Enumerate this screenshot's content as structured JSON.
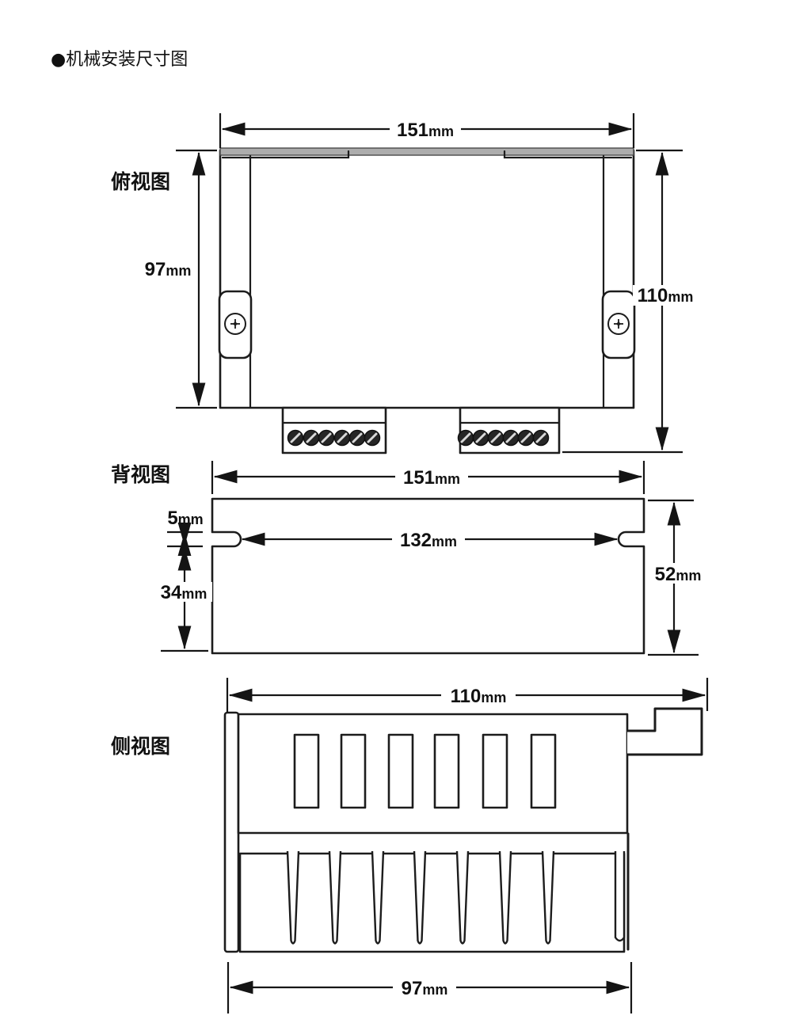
{
  "page": {
    "title": "●机械安装尺寸图",
    "line_color": "#1c1c1c",
    "panel_strip_color": "#adadad",
    "background": "#ffffff"
  },
  "views": {
    "top_view": {
      "label": "俯视图",
      "dim_width": {
        "value": "151",
        "unit": "mm"
      },
      "dim_depth": {
        "value": "97",
        "unit": "mm"
      },
      "dim_total_depth": {
        "value": "110",
        "unit": "mm"
      }
    },
    "back_view": {
      "label": "背视图",
      "dim_width": {
        "value": "151",
        "unit": "mm"
      },
      "dim_slot_span": {
        "value": "132",
        "unit": "mm"
      },
      "dim_slot_height": {
        "value": "5",
        "unit": "mm"
      },
      "dim_lower_height": {
        "value": "34",
        "unit": "mm"
      },
      "dim_height": {
        "value": "52",
        "unit": "mm"
      }
    },
    "side_view": {
      "label": "侧视图",
      "dim_total_width": {
        "value": "110",
        "unit": "mm"
      },
      "dim_body_width": {
        "value": "97",
        "unit": "mm"
      }
    }
  }
}
